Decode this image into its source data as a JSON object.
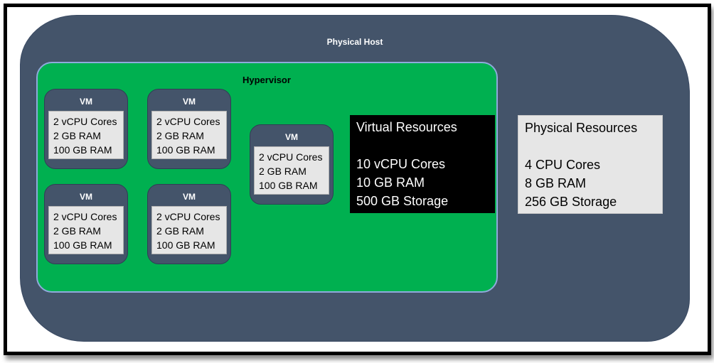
{
  "physical_host": {
    "title": "Physical Host",
    "colors": {
      "host": "#44546a",
      "hypervisor": "#00b050",
      "hypervisor_border": "#8faadc"
    }
  },
  "hypervisor": {
    "title": "Hypervisor",
    "vms": [
      {
        "title": "VM",
        "specs": [
          "2 vCPU Cores",
          "2 GB RAM",
          "100 GB RAM"
        ]
      },
      {
        "title": "VM",
        "specs": [
          "2 vCPU Cores",
          "2 GB RAM",
          "100 GB RAM"
        ]
      },
      {
        "title": "VM",
        "specs": [
          "2 vCPU Cores",
          "2 GB RAM",
          "100 GB RAM"
        ]
      },
      {
        "title": "VM",
        "specs": [
          "2 vCPU Cores",
          "2 GB RAM",
          "100 GB RAM"
        ]
      },
      {
        "title": "VM",
        "specs": [
          "2 vCPU Cores",
          "2 GB RAM",
          "100 GB RAM"
        ]
      }
    ]
  },
  "virtual_resources": {
    "title": "Virtual Resources",
    "items": [
      "10 vCPU Cores",
      "10 GB RAM",
      "500 GB Storage"
    ]
  },
  "physical_resources": {
    "title": "Physical Resources",
    "items": [
      "4 CPU Cores",
      "8 GB RAM",
      "256 GB Storage"
    ]
  }
}
